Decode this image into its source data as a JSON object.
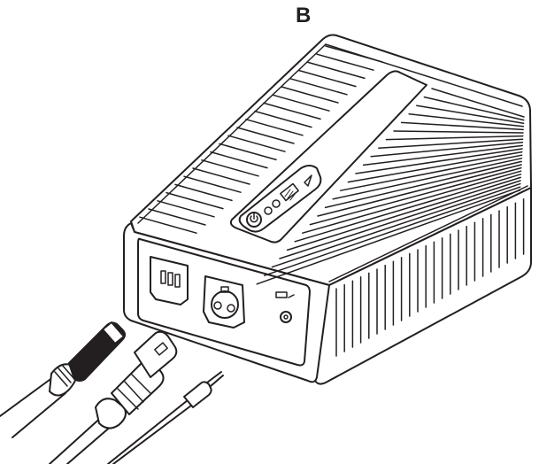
{
  "figure": {
    "label": "B"
  },
  "colors": {
    "line": "#231f20",
    "fill": "#ffffff",
    "fin_shadow": "#e6e6e6"
  },
  "parts": {
    "device": "charger-unit",
    "cables": [
      "power-cord-plug",
      "charging-cable-connector",
      "audio-jack-plug"
    ]
  }
}
